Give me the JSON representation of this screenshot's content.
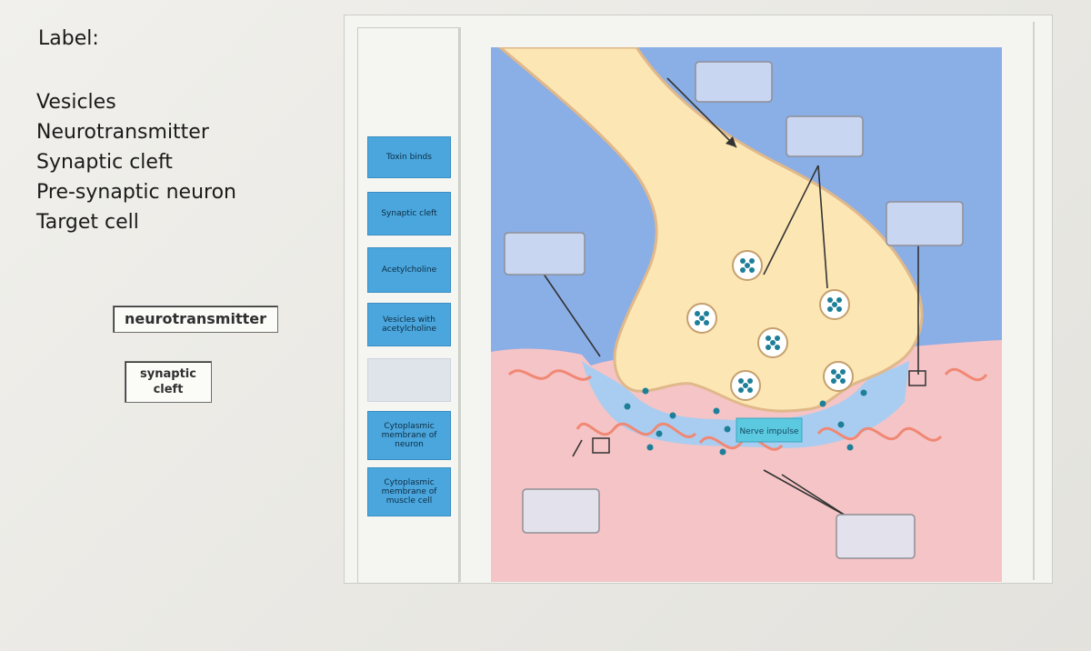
{
  "left_panel": {
    "title": "Label:",
    "word_bank": [
      "Vesicles",
      "Neurotransmitter",
      "Synaptic cleft",
      "Pre-synaptic neuron",
      "Target cell"
    ],
    "chips": [
      "neurotransmitter",
      "synaptic\ncleft"
    ]
  },
  "label_column": {
    "tiles": [
      "Toxin binds",
      "Synaptic cleft",
      "Acetylcholine",
      "Vesicles with\nacetylcholine",
      "",
      "Cytoplasmic\nmembrane of\nneuron",
      "Cytoplasmic\nmembrane of\nmuscle cell"
    ]
  },
  "diagram": {
    "inline_label": "Nerve impulse",
    "colors": {
      "background_blue": "#8aaee6",
      "neuron_fill": "#fbe6b4",
      "muscle_fill": "#f5c4c6",
      "cleft_blue": "#a9cdf0",
      "vesicle_dot": "#1e7f99",
      "drop_box": "#c9d6f2",
      "tile_blue": "#4aa6dc"
    }
  }
}
